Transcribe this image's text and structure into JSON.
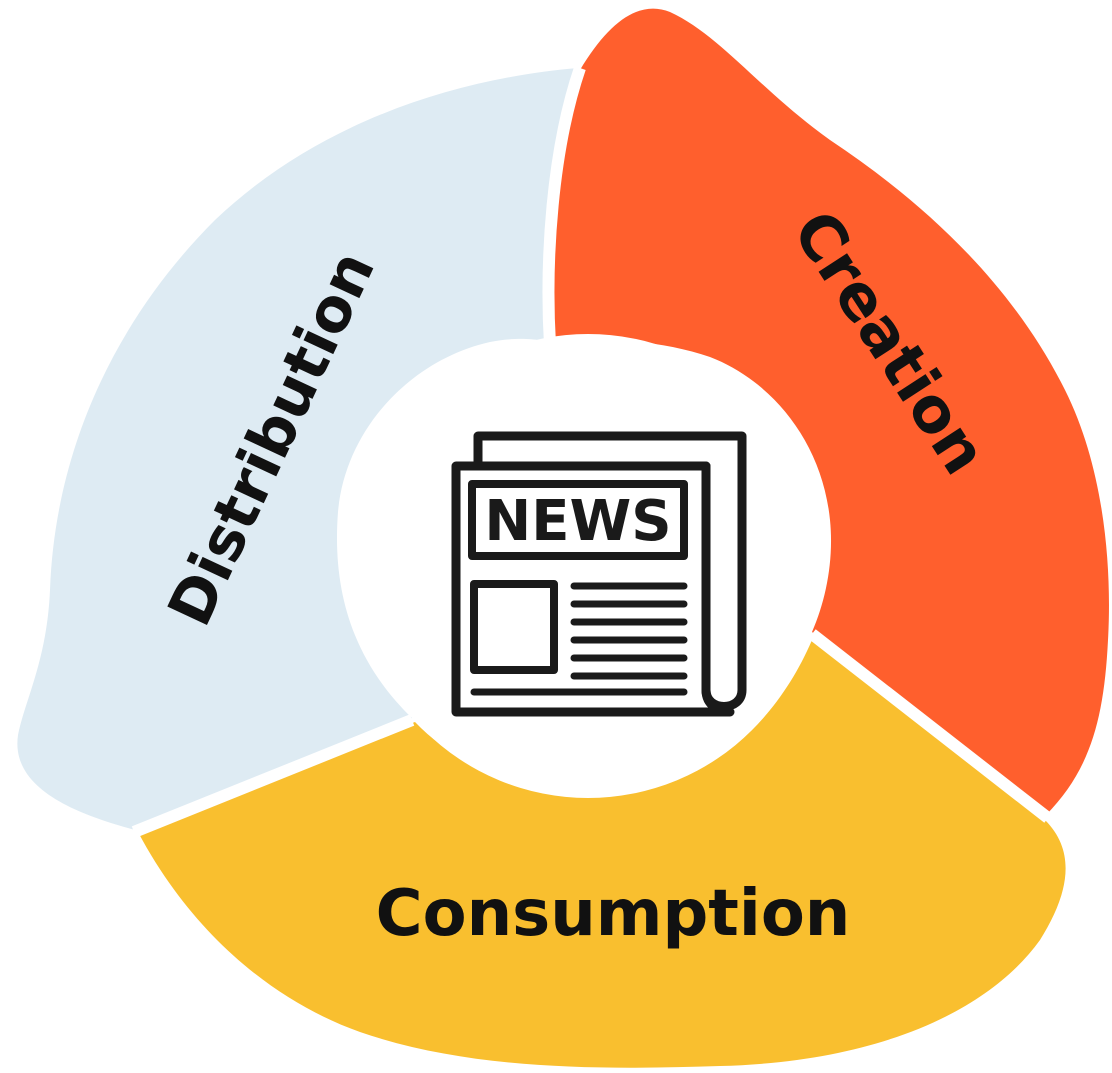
{
  "center": {
    "icon": "newspaper-icon",
    "label": "NEWS"
  },
  "segments": [
    {
      "id": "creation",
      "label": "Creation",
      "color": "#FF5F2D"
    },
    {
      "id": "consumption",
      "label": "Consumption",
      "color": "#F9BF2F"
    },
    {
      "id": "distribution",
      "label": "Distribution",
      "color": "#DEEBF3"
    }
  ],
  "colors": {
    "background": "#FFFFFF",
    "icon_stroke": "#1A1A1A",
    "label_text": "#111111"
  }
}
